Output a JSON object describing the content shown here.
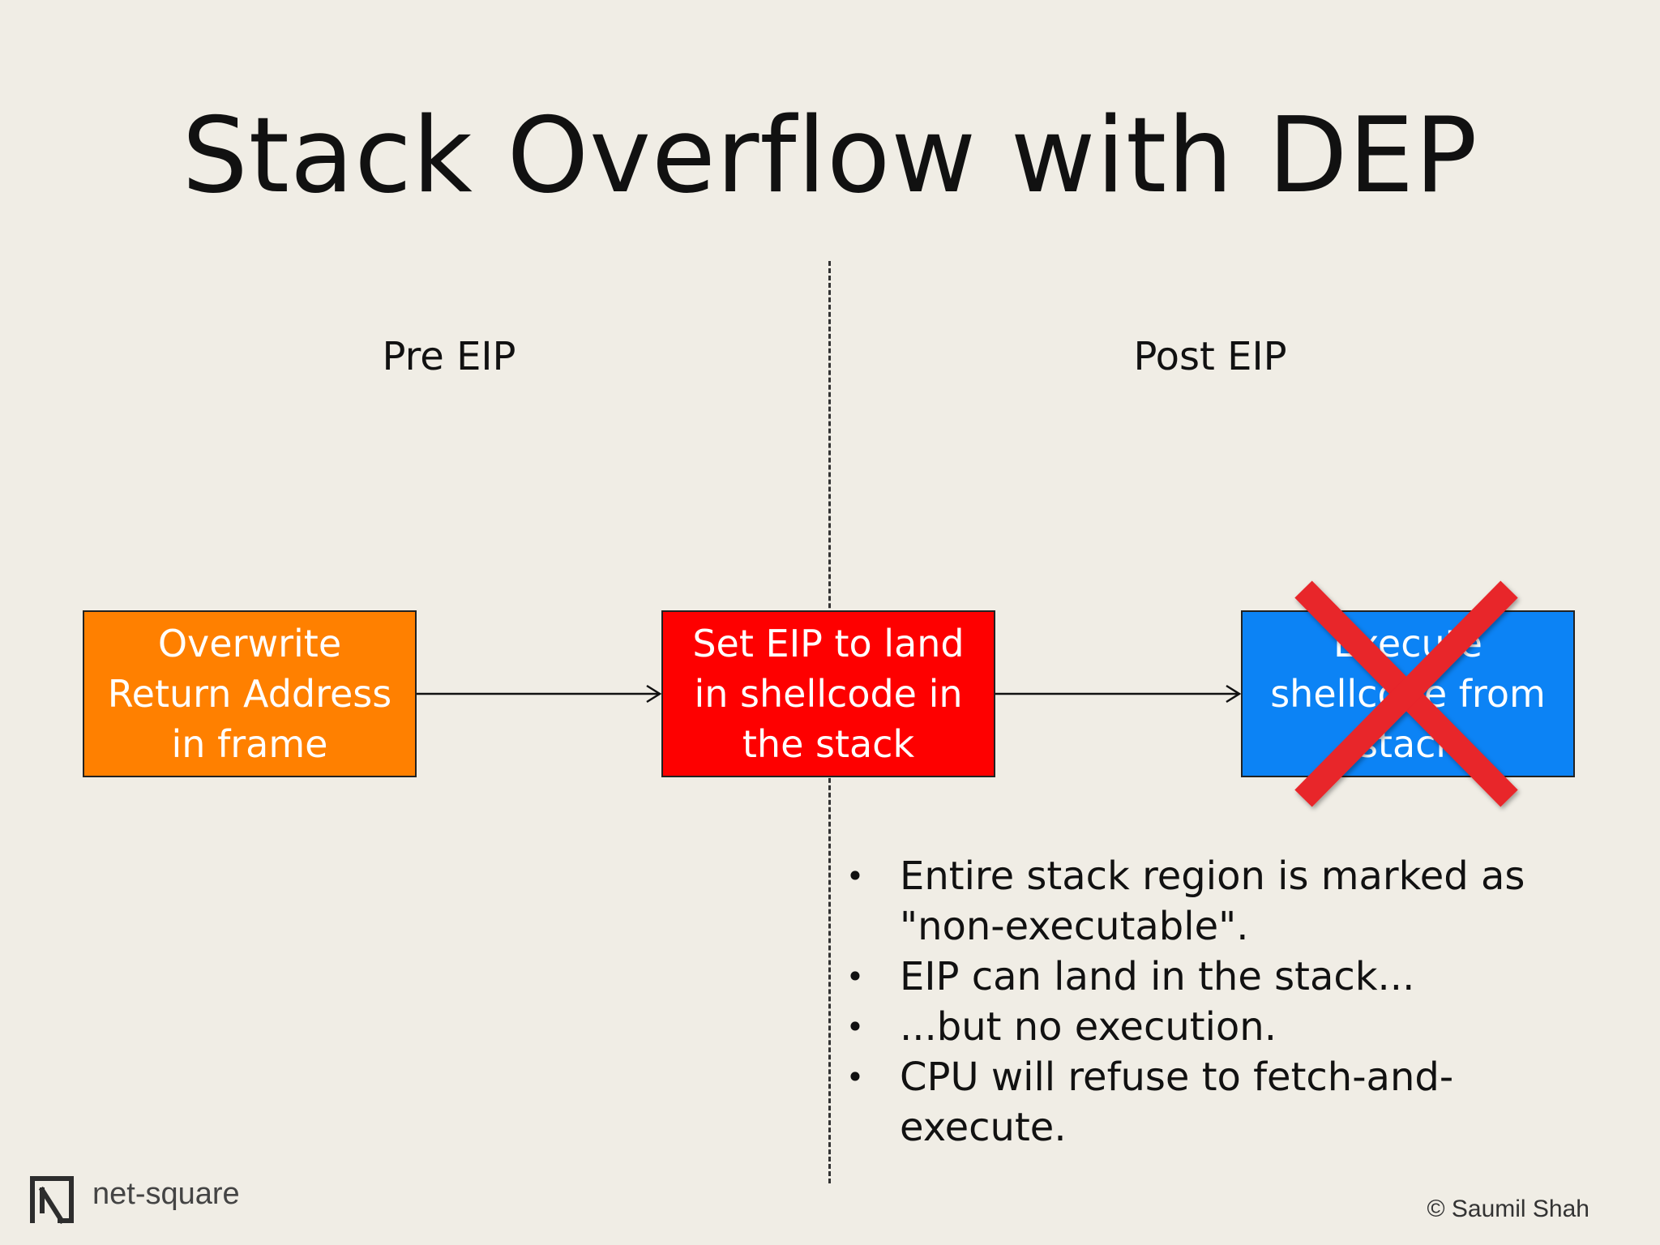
{
  "slide": {
    "title": "Stack Overflow with DEP",
    "pre_label": "Pre EIP",
    "post_label": "Post EIP"
  },
  "boxes": [
    {
      "text": "Overwrite Return Address in frame",
      "color": "#ff8000"
    },
    {
      "text": "Set EIP to land in shellcode in the stack",
      "color": "#fe0000"
    },
    {
      "text": "Execute shellcode from stack",
      "color": "#0c83f5",
      "crossed_out": true
    }
  ],
  "cross_mark": {
    "color": "#e8252a"
  },
  "bullets": [
    "Entire stack region is marked as \"non-executable\".",
    "EIP can land in the stack...",
    "...but no execution.",
    "CPU will refuse to fetch-and-execute."
  ],
  "bullet_glyph": "•",
  "footer": {
    "logo_text": "net-square",
    "copyright": "© Saumil Shah"
  }
}
